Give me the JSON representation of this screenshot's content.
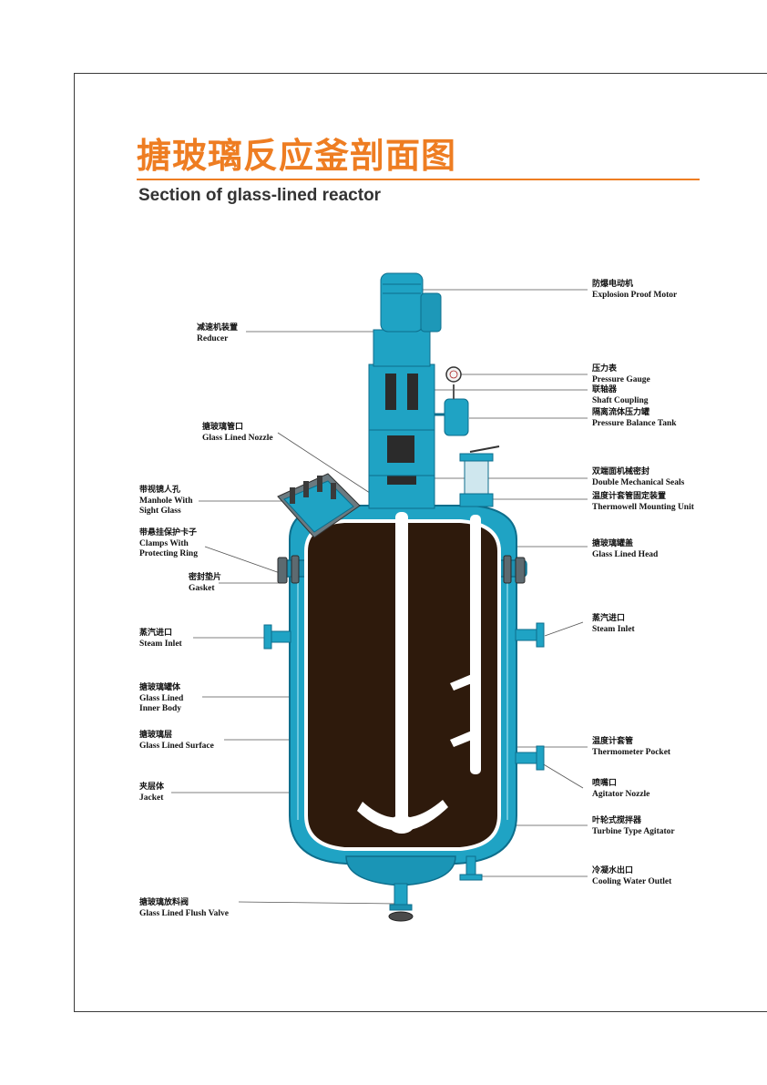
{
  "header": {
    "title_zh": "搪玻璃反应釜剖面图",
    "title_en": "Section of glass-lined reactor"
  },
  "colors": {
    "accent": "#ee7d22",
    "vessel": "#1fa3c4",
    "interior": "#2e1a0c",
    "glass": "#ffffff"
  },
  "labels": {
    "motor": {
      "zh": "防爆电动机",
      "en": "Explosion Proof Motor"
    },
    "reducer": {
      "zh": "减速机装置",
      "en": "Reducer"
    },
    "gauge": {
      "zh": "压力表",
      "en": "Pressure Gauge"
    },
    "coupling": {
      "zh": "联轴器",
      "en": "Shaft Coupling"
    },
    "balance": {
      "zh": "隔离流体压力罐",
      "en": "Pressure Balance Tank"
    },
    "nozzle": {
      "zh": "搪玻璃管口",
      "en": "Glass Lined Nozzle"
    },
    "seals": {
      "zh": "双端面机械密封",
      "en": "Double Mechanical Seals"
    },
    "thermowell": {
      "zh": "温度计套管固定装置",
      "en": "Thermowell Mounting Unit"
    },
    "manhole": {
      "zh": "带视镜人孔",
      "en": "Manhole With",
      "en2": "Sight Glass"
    },
    "clamps": {
      "zh": "带悬挂保护卡子",
      "en": "Clamps With",
      "en2": "Protecting Ring"
    },
    "head": {
      "zh": "搪玻璃罐盖",
      "en": "Glass Lined Head"
    },
    "gasket": {
      "zh": "密封垫片",
      "en": "Gasket"
    },
    "steam_l": {
      "zh": "蒸汽进口",
      "en": "Steam  Inlet"
    },
    "steam_r": {
      "zh": "蒸汽进口",
      "en": "Steam Inlet"
    },
    "body": {
      "zh": "搪玻璃罐体",
      "en": "Glass Lined",
      "en2": "Inner Body"
    },
    "surface": {
      "zh": "搪玻璃层",
      "en": "Glass Lined Surface"
    },
    "pocket": {
      "zh": "温度计套管",
      "en": "Thermometer Pocket"
    },
    "jacket": {
      "zh": "夹层体",
      "en": "Jacket"
    },
    "agitator_nozzle": {
      "zh": "喷嘴口",
      "en": "Agitator Nozzle"
    },
    "turbine": {
      "zh": "叶轮式搅拌器",
      "en": "Turbine Type Agitator"
    },
    "cooling": {
      "zh": "冷凝水出口",
      "en": "Cooling Water Outlet"
    },
    "flush": {
      "zh": "搪玻璃放料阀",
      "en": "Glass Lined Flush Valve"
    }
  }
}
